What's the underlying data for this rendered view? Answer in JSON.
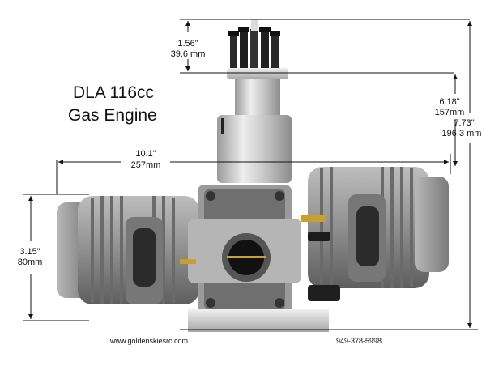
{
  "title": {
    "line1": "DLA 116cc",
    "line2": "Gas Engine"
  },
  "dimensions": {
    "bolt_height": {
      "imperial": "1.56\"",
      "metric": "39.6 mm"
    },
    "upper_height": {
      "imperial": "6.18\"",
      "metric": "157mm"
    },
    "total_height": {
      "imperial": "7.73\"",
      "metric": "196.3 mm"
    },
    "width": {
      "imperial": "10.1\"",
      "metric": "257mm"
    },
    "cylinder_height": {
      "imperial": "3.15\"",
      "metric": "80mm"
    }
  },
  "footer": {
    "website": "www.goldenskiesrc.com",
    "phone": "949-378-5998"
  },
  "colors": {
    "background": "#ffffff",
    "dimension_line": "#111111",
    "aluminum": "#c9c9c9",
    "cylinder": "#8a8a8a"
  }
}
